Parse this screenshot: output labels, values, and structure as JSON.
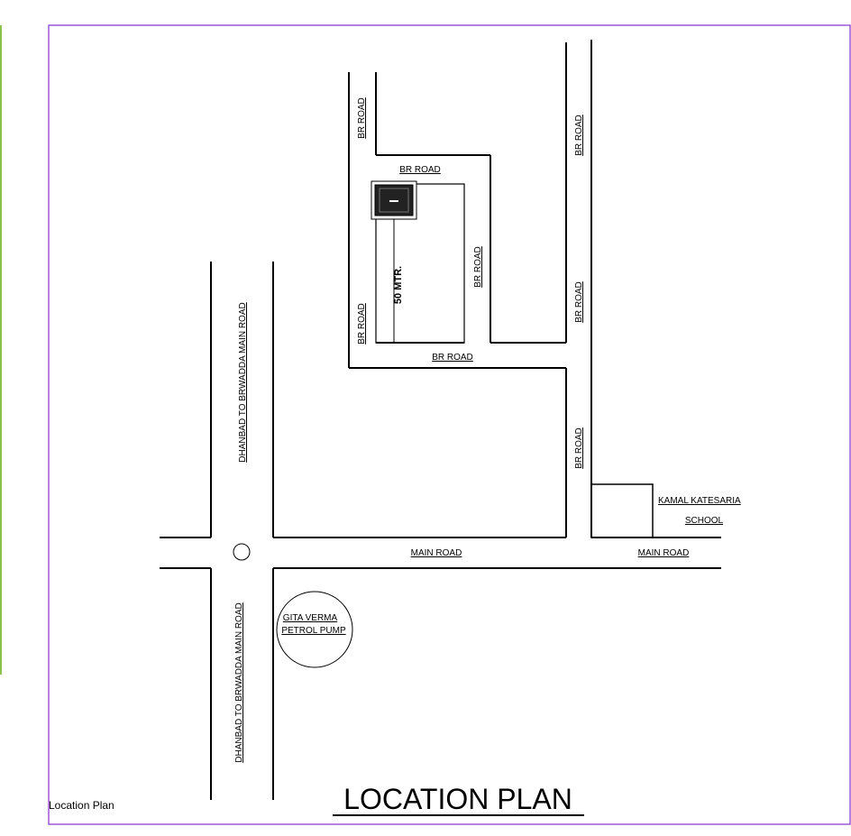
{
  "diagram": {
    "title": "LOCATION PLAN",
    "sheet_label": "Location Plan",
    "colors": {
      "frame": "#9b59d6",
      "left_strip": "#8bc34a",
      "sheet_label": "#9b59d6",
      "ink": "#000000"
    },
    "labels": {
      "br_road": "BR ROAD",
      "main_road": "MAIN ROAD",
      "highway": "DHANBAD TO BRWADDA MAIN ROAD",
      "distance": "50  MTR.",
      "school_line1": "KAMAL KATESARIA",
      "school_line2": "SCHOOL",
      "pump_line1": "GITA VERMA",
      "pump_line2": "PETROL PUMP"
    }
  }
}
